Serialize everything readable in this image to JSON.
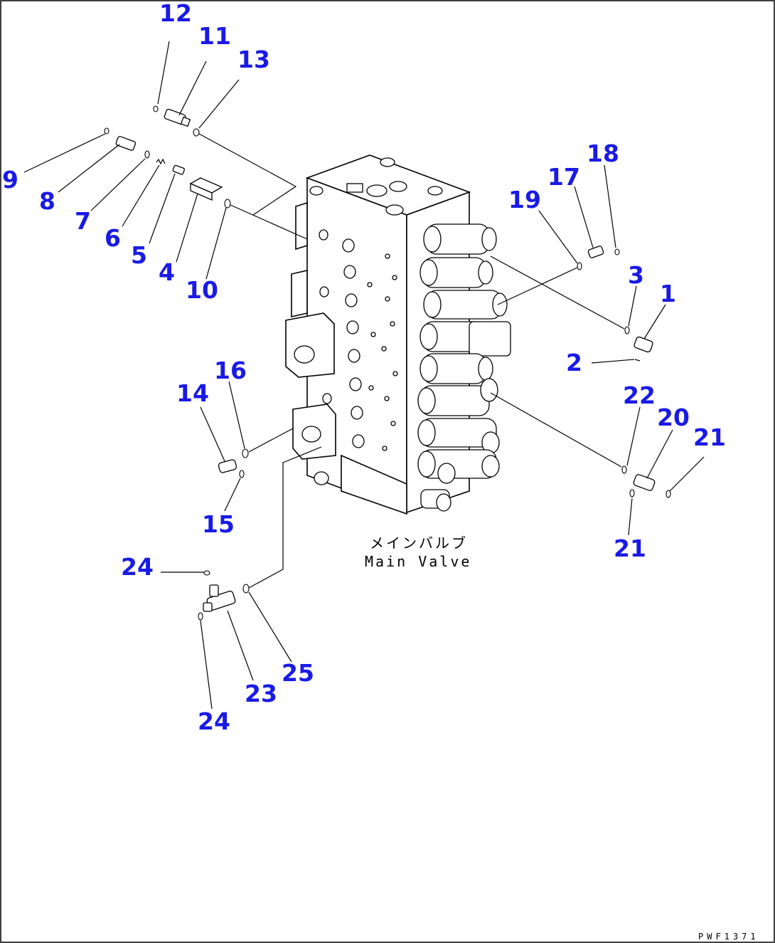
{
  "drawing": {
    "caption_jp": "メインバルブ",
    "caption_en": "Main Valve",
    "drawing_code": "PWF1371"
  },
  "callouts": [
    {
      "id": "c12",
      "label": "12"
    },
    {
      "id": "c11",
      "label": "11"
    },
    {
      "id": "c13",
      "label": "13"
    },
    {
      "id": "c9",
      "label": "9"
    },
    {
      "id": "c8",
      "label": "8"
    },
    {
      "id": "c7",
      "label": "7"
    },
    {
      "id": "c6",
      "label": "6"
    },
    {
      "id": "c5",
      "label": "5"
    },
    {
      "id": "c4",
      "label": "4"
    },
    {
      "id": "c10",
      "label": "10"
    },
    {
      "id": "c18",
      "label": "18"
    },
    {
      "id": "c17",
      "label": "17"
    },
    {
      "id": "c19",
      "label": "19"
    },
    {
      "id": "c3",
      "label": "3"
    },
    {
      "id": "c1",
      "label": "1"
    },
    {
      "id": "c2",
      "label": "2"
    },
    {
      "id": "c16",
      "label": "16"
    },
    {
      "id": "c14",
      "label": "14"
    },
    {
      "id": "c15",
      "label": "15"
    },
    {
      "id": "c22",
      "label": "22"
    },
    {
      "id": "c20",
      "label": "20"
    },
    {
      "id": "c21a",
      "label": "21"
    },
    {
      "id": "c21b",
      "label": "21"
    },
    {
      "id": "c24a",
      "label": "24"
    },
    {
      "id": "c25",
      "label": "25"
    },
    {
      "id": "c23",
      "label": "23"
    },
    {
      "id": "c24b",
      "label": "24"
    }
  ]
}
